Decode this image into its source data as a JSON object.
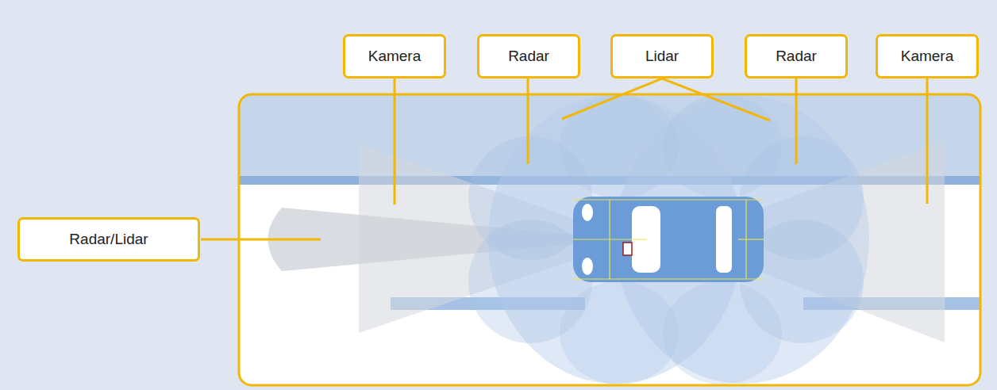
{
  "diagram": {
    "nodes": [
      {
        "text": [
          "Kamera"
        ]
      },
      {
        "text": [
          "Radar"
        ]
      },
      {
        "text": [
          "Lidar"
        ]
      },
      {
        "text": [
          "Radar"
        ]
      },
      {
        "text": [
          "Kamera"
        ]
      },
      {
        "text": [
          "Radar/Lidar"
        ]
      }
    ]
  }
}
